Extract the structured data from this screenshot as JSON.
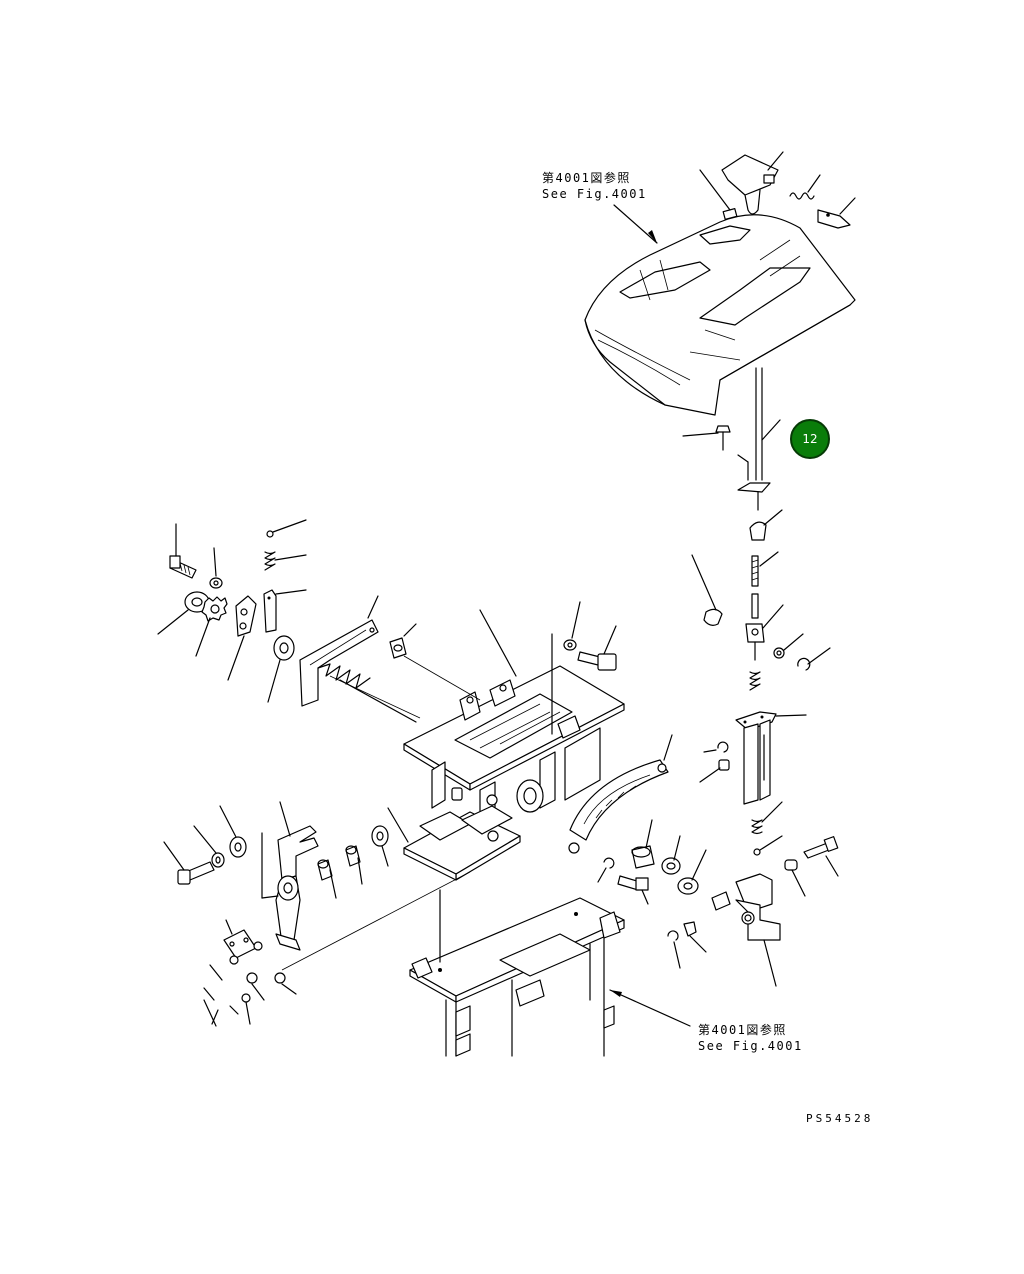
{
  "references": {
    "top": {
      "jp": "第4001図参照",
      "en": "See Fig.4001"
    },
    "bottom": {
      "jp": "第4001図参照",
      "en": "See Fig.4001"
    }
  },
  "callout": {
    "number": "12",
    "color": "#0a7d0a"
  },
  "drawing_number": "PS54528"
}
